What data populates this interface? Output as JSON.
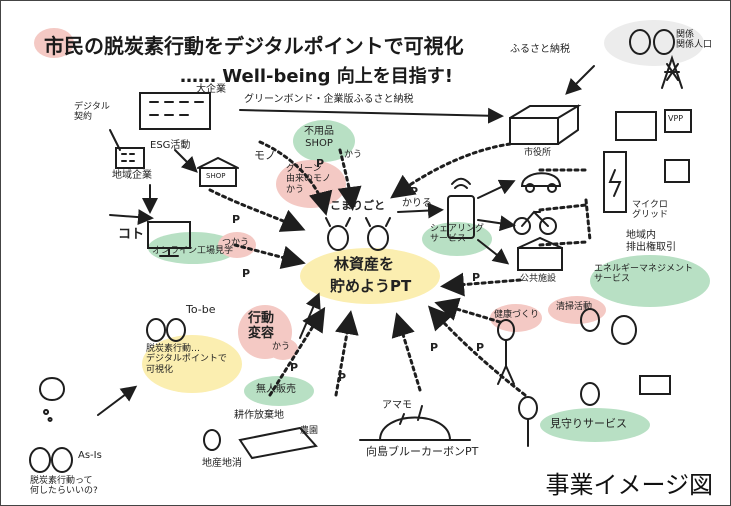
{
  "title": {
    "line1": "市民の脱炭素行動をデジタルポイントで可視化",
    "line2": "…… Well-being 向上を目指す!"
  },
  "center": {
    "pill": "こまりごと",
    "main_line1": "林資産を",
    "main_line2": "貯めようPT"
  },
  "nodes": {
    "digital_contract": "デジタル\n契約",
    "company": "大企業",
    "green_bond": "グリーンボンド・企業版ふるさと納税",
    "esg": "ESG活動",
    "local_company": "地域企業",
    "shop": "SHOP",
    "mono": "モノ",
    "unused_shop": "不用品\nSHOP",
    "kau1": "かう",
    "green_origin": "グリーン\n由来のモノ\nかう",
    "koto": "コト",
    "online_tour": "オンライン工場見学",
    "tsukau": "つかう",
    "kariru": "かりる",
    "share_service": "シェアリング\nサービス",
    "furusato": "ふるさと納税",
    "stakeholders": "関係\n関係人口",
    "city_hall": "市役所",
    "vpp": "VPP",
    "micro_grid": "マイクロ\nグリッド",
    "local_energy": "地域内\n排出権取引",
    "energy_service": "エネルギーマネジメント\nサービス",
    "public_facility": "公共施設",
    "to_be": "To-be",
    "behavior_change": "行動\n変容",
    "visualize": "脱炭素行動…\nデジタルポイントで\n可視化",
    "kau2": "かう",
    "mujin_shop": "無人販売",
    "abandoned_land": "耕作放棄地",
    "farm": "農園",
    "local_production": "地産地消",
    "amamo": "アマモ",
    "bluecarbon": "向島ブルーカーボンPT",
    "health": "健康づくり",
    "cleaning": "清掃活動",
    "support_service": "見守りサービス",
    "as_is": "As-Is",
    "question": "脱炭素行動って\n何したらいいの?",
    "p": "P"
  },
  "caption": "事業イメージ図",
  "colors": {
    "green": "#b8e0c4",
    "pink": "#f4c9c4",
    "yellow": "#fbeeb0",
    "ink": "#1e1e1e"
  }
}
